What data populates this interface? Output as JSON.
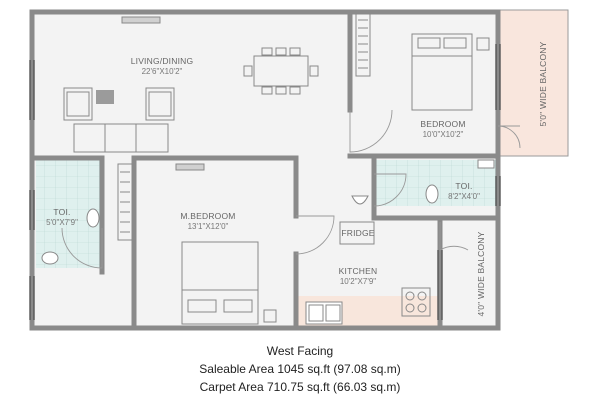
{
  "plan": {
    "rooms": {
      "living": {
        "name": "LIVING/DINING",
        "dim": "22'6\"X10'2\""
      },
      "bedroom": {
        "name": "BEDROOM",
        "dim": "10'0\"X10'2\""
      },
      "master_bedroom": {
        "name": "M.BEDROOM",
        "dim": "13'1\"X12'0\""
      },
      "toilet_left": {
        "name": "TOI.",
        "dim": "5'0\"X7'9\""
      },
      "toilet_right": {
        "name": "TOI.",
        "dim": "8'2\"X4'0\""
      },
      "kitchen": {
        "name": "KITCHEN",
        "dim": "10'2\"X7'9\""
      },
      "fridge": {
        "name": "FRIDGE"
      },
      "balcony_top": {
        "name": "5'0\" WIDE BALCONY"
      },
      "balcony_bottom": {
        "name": "4'0\" WIDE BALCONY"
      }
    }
  },
  "caption": {
    "facing": "West Facing",
    "saleable": "Saleable Area 1045 sq.ft (97.08 sq.m)",
    "carpet": "Carpet Area 710.75 sq.ft (66.03 sq.m)"
  }
}
